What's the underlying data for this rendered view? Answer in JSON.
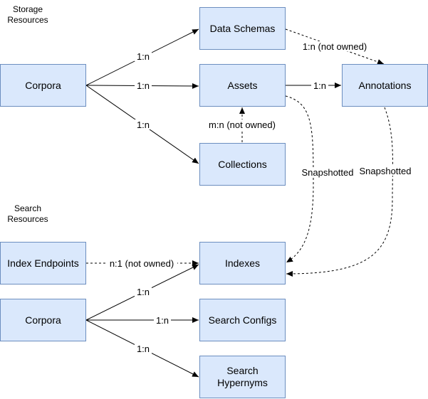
{
  "sections": {
    "storage": "Storage\nResources",
    "search": "Search\nResources"
  },
  "nodes": {
    "corpora_storage": "Corpora",
    "data_schemas": "Data Schemas",
    "assets": "Assets",
    "annotations": "Annotations",
    "collections": "Collections",
    "index_endpoints": "Index Endpoints",
    "indexes": "Indexes",
    "corpora_search": "Corpora",
    "search_configs": "Search Configs",
    "search_hypernyms": "Search Hypernyms"
  },
  "edges": {
    "corpora_data_schemas": "1:n",
    "corpora_assets": "1:n",
    "corpora_collections": "1:n",
    "data_schemas_annotations": "1:n (not owned)",
    "assets_annotations": "1:n",
    "collections_assets": "m:n (not owned)",
    "assets_indexes": "Snapshotted",
    "annotations_indexes": "Snapshotted",
    "index_endpoints_indexes": "n:1 (not owned)",
    "corpora_indexes": "1:n",
    "corpora_search_configs": "1:n",
    "corpora_search_hypernyms": "1:n"
  }
}
